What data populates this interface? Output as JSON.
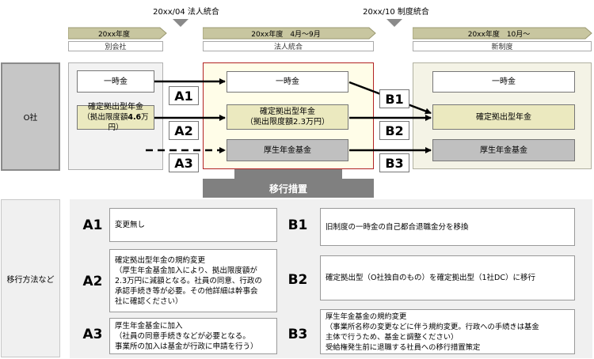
{
  "events": {
    "event1": "20xx/04 法人統合",
    "event2": "20xx/10 制度統合"
  },
  "periods": [
    {
      "label": "20xx年度",
      "sub": "別会社"
    },
    {
      "label": "20xx年度　4月～9月",
      "sub": "法人統合"
    },
    {
      "label": "20xx年度　10月～",
      "sub": "新制度"
    }
  ],
  "left_labels": {
    "company": "O社",
    "method": "移行方法など"
  },
  "col1": {
    "lump": "一時金",
    "dc_line1": "確定拠出型年金",
    "dc_line2_prefix": "（拠出限度額",
    "dc_line2_bold": "4.6",
    "dc_line2_suffix": "万円）"
  },
  "col2": {
    "lump": "一時金",
    "dc_line1": "確定拠出型年金",
    "dc_line2": "（拠出限度額2.3万円）",
    "fund": "厚生年金基金",
    "transition": "移行措置"
  },
  "col3": {
    "lump": "一時金",
    "dc": "確定拠出型年金",
    "fund": "厚生年金基金"
  },
  "labels": {
    "A1": "A1",
    "A2": "A2",
    "A3": "A3",
    "B1": "B1",
    "B2": "B2",
    "B3": "B3"
  },
  "descriptions": {
    "A1": [
      "変更無し"
    ],
    "A2": [
      "確定拠出型年金の規約変更",
      "（厚生年金基金加入により、拠出限度額が",
      "2.3万円に減額となる。社員の同意、行政の",
      "承認手続き等が必要。その他詳細は幹事会",
      "社に確認ください）"
    ],
    "A3": [
      "厚生年金基金に加入",
      "（社員の同意手続きなどが必要となる。",
      "事業所の加入は基金が行政に申請を行う）"
    ],
    "B1": [
      "旧制度の一時金の自己都合退職金分を移換"
    ],
    "B2": [
      "確定拠出型（O社独自のもの）を確定拠出型（1社DC）に移行"
    ],
    "B3": [
      "厚生年金基金の規約変更",
      "（事業所名称の変更などに伴う規約変更。行政への手続きは基金",
      "主体で行うため、基金と調整ください）",
      "受給権発生前に退職する社員への移行措置策定"
    ]
  }
}
